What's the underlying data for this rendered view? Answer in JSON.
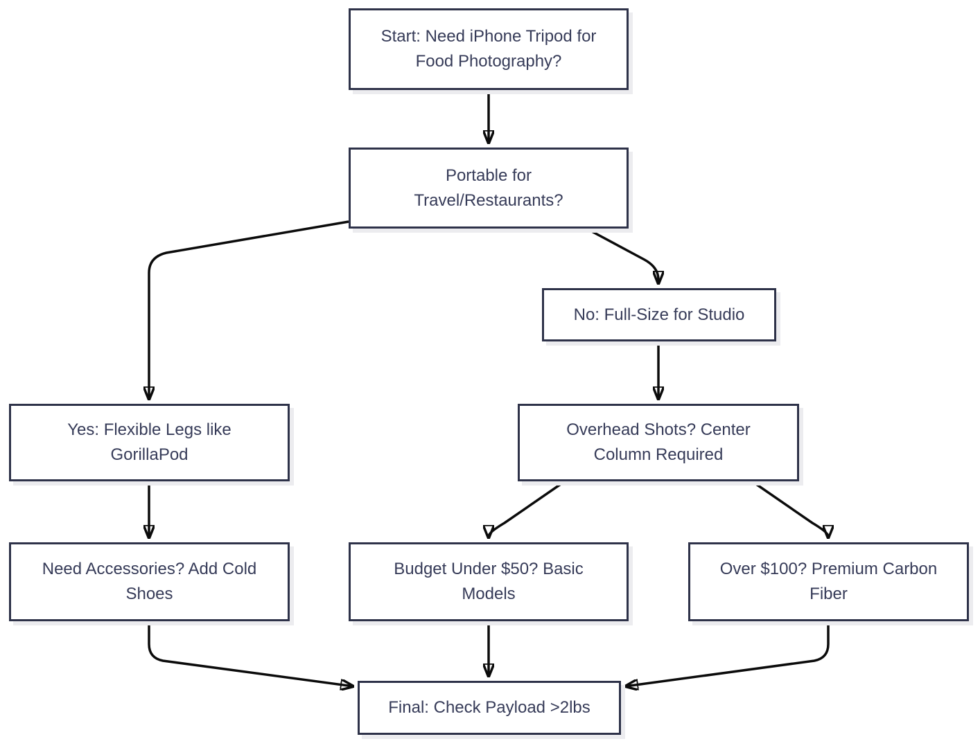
{
  "diagram_type": "flowchart",
  "colors": {
    "background": "#ffffff",
    "node_fill": "#ffffff",
    "node_border": "#2e3249",
    "node_text": "#363b58",
    "node_shadow": "#ececef",
    "arrow": "#0b0b0b"
  },
  "nodes": [
    {
      "id": "start",
      "label": "Start: Need iPhone Tripod for Food Photography?"
    },
    {
      "id": "portable",
      "label": "Portable for Travel/Restaurants?"
    },
    {
      "id": "no-full-size",
      "label": "No: Full-Size for Studio"
    },
    {
      "id": "yes-flexible",
      "label": "Yes: Flexible Legs like GorillaPod"
    },
    {
      "id": "overhead",
      "label": "Overhead Shots? Center Column Required"
    },
    {
      "id": "need-accessories",
      "label": "Need Accessories? Add Cold Shoes"
    },
    {
      "id": "budget",
      "label": "Budget Under $50? Basic Models"
    },
    {
      "id": "over-100",
      "label": "Over $100? Premium Carbon Fiber"
    },
    {
      "id": "final",
      "label": "Final: Check Payload >2lbs"
    }
  ],
  "edges": [
    {
      "from": "start",
      "to": "portable"
    },
    {
      "from": "portable",
      "to": "yes-flexible"
    },
    {
      "from": "portable",
      "to": "no-full-size"
    },
    {
      "from": "no-full-size",
      "to": "overhead"
    },
    {
      "from": "yes-flexible",
      "to": "need-accessories"
    },
    {
      "from": "overhead",
      "to": "budget"
    },
    {
      "from": "overhead",
      "to": "over-100"
    },
    {
      "from": "need-accessories",
      "to": "final"
    },
    {
      "from": "budget",
      "to": "final"
    },
    {
      "from": "over-100",
      "to": "final"
    }
  ]
}
